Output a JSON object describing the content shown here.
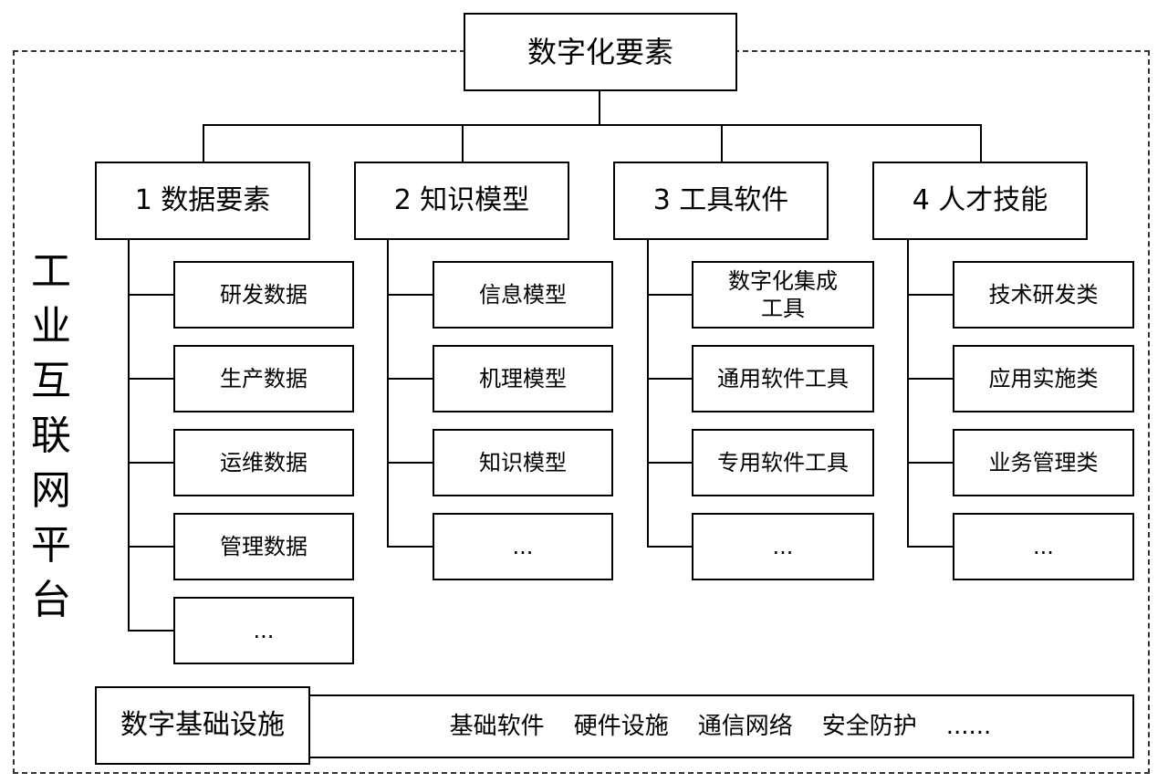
{
  "root": {
    "label": "数字化要素"
  },
  "platform": {
    "label_chars": [
      "工",
      "业",
      "互",
      "联",
      "网",
      "平",
      "台"
    ]
  },
  "categories": [
    {
      "label": "1 数据要素",
      "items": [
        "研发数据",
        "生产数据",
        "运维数据",
        "管理数据",
        "..."
      ]
    },
    {
      "label": "2 知识模型",
      "items": [
        "信息模型",
        "机理模型",
        "知识模型",
        "..."
      ]
    },
    {
      "label": "3 工具软件",
      "items": [
        "数字化集成\n工具",
        "通用软件工具",
        "专用软件工具",
        "..."
      ]
    },
    {
      "label": "4 人才技能",
      "items": [
        "技术研发类",
        "应用实施类",
        "业务管理类",
        "..."
      ]
    }
  ],
  "infrastructure": {
    "label": "数字基础设施",
    "items": [
      "基础软件",
      "硬件设施",
      "通信网络",
      "安全防护",
      "......"
    ]
  }
}
